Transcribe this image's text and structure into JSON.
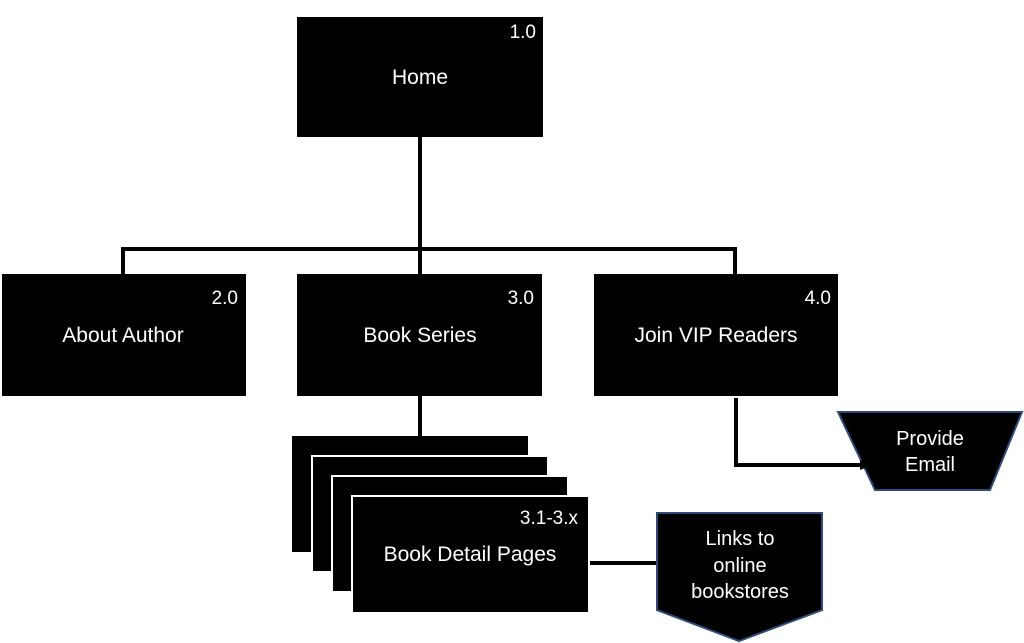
{
  "nodes": {
    "home": {
      "number": "1.0",
      "label": "Home"
    },
    "about_author": {
      "number": "2.0",
      "label": "About Author"
    },
    "book_series": {
      "number": "3.0",
      "label": "Book Series"
    },
    "join_vip": {
      "number": "4.0",
      "label": "Join VIP Readers"
    },
    "book_detail": {
      "number": "3.1-3.x",
      "label": "Book Detail Pages"
    }
  },
  "provide_email": {
    "lines": [
      "Provide",
      "Email"
    ]
  },
  "links_bookstores": {
    "lines": [
      "Links to",
      "online",
      "bookstores"
    ]
  },
  "colors": {
    "box_fill": "#000000",
    "text": "#ffffff",
    "offpage_border": "#2f4a7a"
  }
}
